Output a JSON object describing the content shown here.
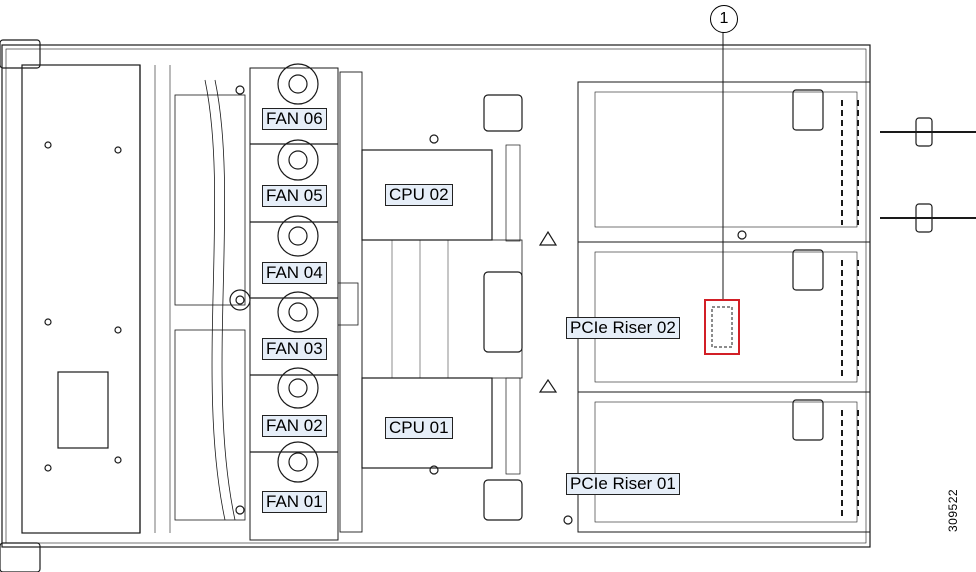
{
  "fans": [
    "FAN 06",
    "FAN 05",
    "FAN 04",
    "FAN 03",
    "FAN 02",
    "FAN 01"
  ],
  "cpus": [
    "CPU 02",
    "CPU 01"
  ],
  "risers": [
    "PCIe Riser 02",
    "PCIe Riser 01"
  ],
  "callout": "1",
  "figure_id": "309522",
  "colors": {
    "line": "#1a1a1a",
    "label_fill": "#e6eef8",
    "highlight": "#d21f26"
  }
}
